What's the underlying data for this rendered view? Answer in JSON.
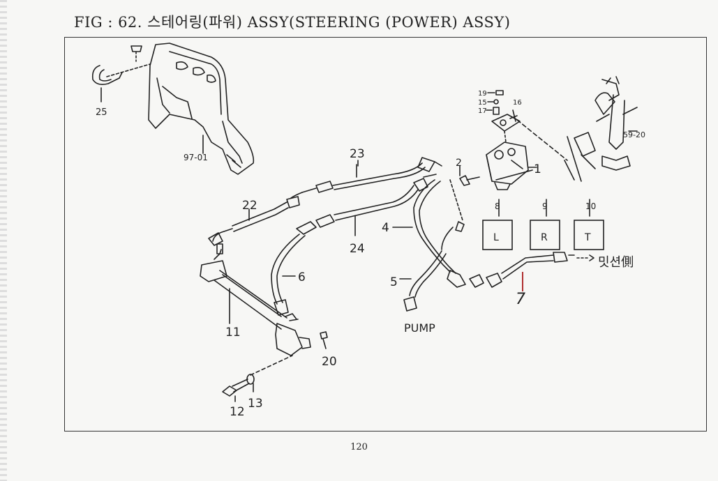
{
  "title": "FIG : 62. 스테어링(파워) ASSY(STEERING (POWER) ASSY)",
  "page_number": "120",
  "colors": {
    "ink": "#222222",
    "red_mark": "#b03030",
    "paper": "#f7f7f5"
  },
  "part_labels": {
    "p25": "25",
    "p97_01": "97-01",
    "p23": "23",
    "p22": "22",
    "p24": "24",
    "p6": "6",
    "p11": "11",
    "p20": "20",
    "p12": "12",
    "p13": "13",
    "p4": "4",
    "p5": "5",
    "p2": "2",
    "p1": "1",
    "p19": "19",
    "p15": "15",
    "p17": "17",
    "p16": "16",
    "p59_20": "59-20",
    "p8": "8",
    "p9": "9",
    "p10": "10",
    "p7": "7"
  },
  "ports": {
    "L": "L",
    "R": "R",
    "T": "T"
  },
  "pump_label": "PUMP",
  "annotation": "밋션側"
}
